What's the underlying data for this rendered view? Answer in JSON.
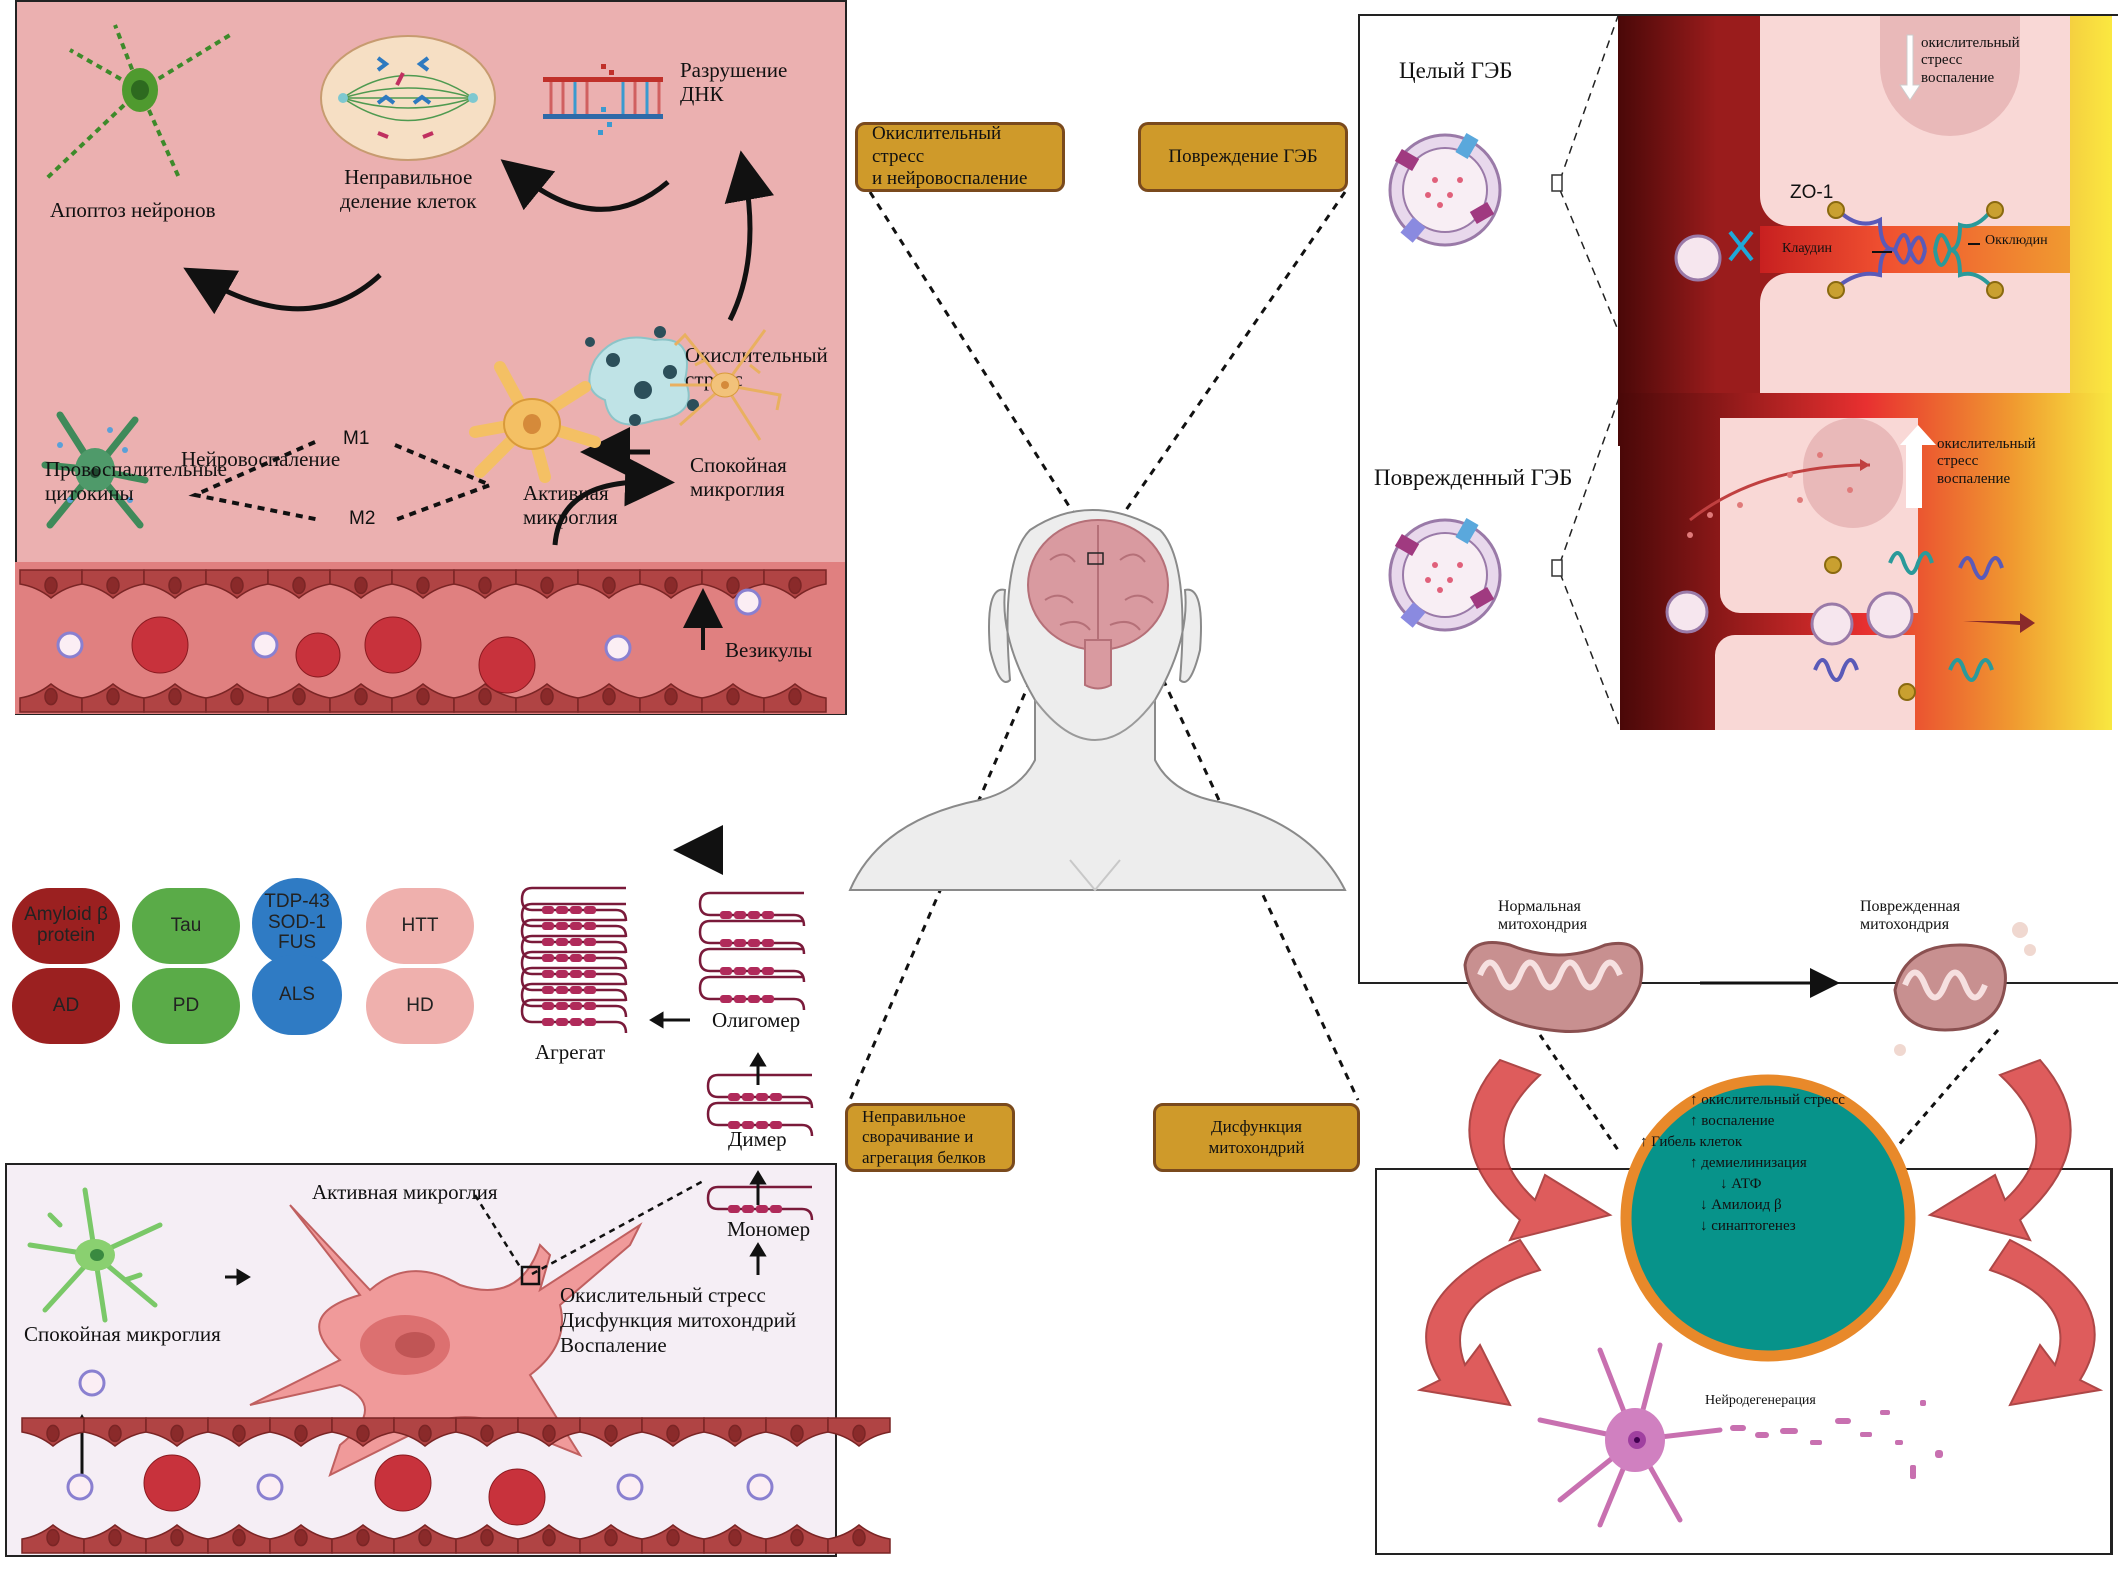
{
  "center": {
    "labels": {
      "oxidative": "Окислительный стресс\nи нейровоспаление",
      "bbb": "Повреждение ГЭБ",
      "misfolding": "Неправильное\nсворачивание и\nагрегация белков",
      "mito": "Дисфункция\nмитохондрий"
    },
    "colors": {
      "label_fill": "#cf9a2a",
      "label_border": "#7a4a1d",
      "brain": "#d99aa0",
      "head": "#ececec"
    }
  },
  "panel_oxidative": {
    "bg": "#ebb0b0",
    "vessel_bg": "#e08080",
    "apoptosis": "Апоптоз нейронов",
    "cell_division": "Неправильное\nделение клеток",
    "dna": "Разрушение\nДНК",
    "oxidative_stress": "Окислительный\nстресс",
    "neuroinflammation": "Нейровоспаление",
    "cytokines": "Провоспалительные\nцитокины",
    "m1": "M1",
    "m2": "M2",
    "active_microglia": "Активная\nмикроглия",
    "resting_microglia": "Спокойная\nмикроглия",
    "vesicles": "Везикулы"
  },
  "panel_bbb": {
    "intact": "Целый ГЭБ",
    "damaged": "Поврежденный ГЭБ",
    "stress_text": "окислительный\nстресс\nвоспаление",
    "zo1": "ZO-1",
    "claudin": "Клаудин",
    "occludin": "Окклюдин"
  },
  "panel_protein": {
    "bg": "#f5eef5",
    "pills": [
      {
        "text": "Amyloid β\nprotein",
        "color": "#9b2020"
      },
      {
        "text": "Tau",
        "color": "#5aab48"
      },
      {
        "text": "TDP-43\nSOD-1\nFUS",
        "color": "#2f7bc4"
      },
      {
        "text": "HTT",
        "color": "#efb0ad"
      },
      {
        "text": "AD",
        "color": "#9b2020"
      },
      {
        "text": "PD",
        "color": "#5aab48"
      },
      {
        "text": "ALS",
        "color": "#2f7bc4"
      },
      {
        "text": "HD",
        "color": "#efb0ad"
      }
    ],
    "aggregate": "Агрегат",
    "oligomer": "Олигомер",
    "dimer": "Димер",
    "monomer": "Мономер",
    "active_microglia": "Активная микроглия",
    "resting_microglia": "Спокойная микроглия",
    "stressors": "Окислительный стресс\nДисфункция митохондрий\nВоспаление"
  },
  "panel_mito": {
    "normal": "Нормальная\nмитохондрия",
    "damaged": "Поврежденная\nмитохондрия",
    "effects": [
      {
        "arrow": "↑",
        "text": "окислительный стресс"
      },
      {
        "arrow": "↑",
        "text": "воспаление"
      },
      {
        "arrow": "↑",
        "text": "Гибель клеток"
      },
      {
        "arrow": "↑",
        "text": "демиелинизация"
      },
      {
        "arrow": "↓",
        "text": "АТФ"
      },
      {
        "arrow": "↓",
        "text": "Амилоид  β"
      },
      {
        "arrow": "↓",
        "text": "синаптогенез"
      }
    ],
    "neurodegeneration": "Нейродегенерация",
    "circle_fill": "#07938a",
    "circle_border": "#e8892a"
  }
}
